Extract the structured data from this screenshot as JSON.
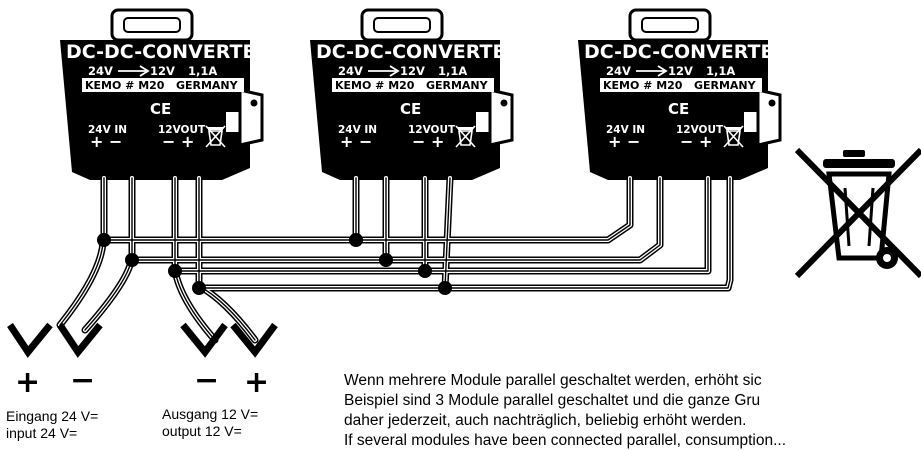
{
  "modules": [
    {
      "title": "DC-DC-CONVERTER",
      "spec_in": "24V",
      "spec_out": "12V",
      "spec_current": "1,1A",
      "kemo_line": "KEMO # M20   GERMANY",
      "ce_mark": "CE",
      "input_label": "24V IN",
      "input_polarity": "+ −",
      "output_label": "12VOUT",
      "output_polarity": "− +"
    },
    {
      "title": "DC-DC-CONVERTER",
      "spec_in": "24V",
      "spec_out": "12V",
      "spec_current": "1,1A",
      "kemo_line": "KEMO # M20   GERMANY",
      "ce_mark": "CE",
      "input_label": "24V IN",
      "input_polarity": "+ −",
      "output_label": "12VOUT",
      "output_polarity": "− +"
    },
    {
      "title": "DC-DC-CONVERTER",
      "spec_in": "24V",
      "spec_out": "12V",
      "spec_current": "1,1A",
      "kemo_line": "KEMO # M20   GERMANY",
      "ce_mark": "CE",
      "input_label": "24V IN",
      "input_polarity": "+ −",
      "output_label": "12VOUT",
      "output_polarity": "− +"
    }
  ],
  "terminals": {
    "in_plus": "+",
    "in_minus": "−",
    "out_minus": "−",
    "out_plus": "+"
  },
  "labels": {
    "input_de": "Eingang 24 V=",
    "input_en": "input 24 V=",
    "output_de": "Ausgang 12 V=",
    "output_en": "output 12 V="
  },
  "paragraph": {
    "line1": "Wenn mehrere Module parallel geschaltet werden, erhöht sic",
    "line2": "Beispiel sind 3 Module parallel geschaltet und die ganze Gru",
    "line3": "daher jederzeit, auch nachträglich, beliebig erhöht werden.",
    "line4": "If several modules have been connected parallel, consumption..."
  },
  "icons": [
    "crossed-out-wheelie-bin-icon",
    "weee-small-icon",
    "arrow-right-icon"
  ],
  "colors": {
    "module_body": "#000000",
    "wire": "#000000",
    "background": "#ffffff"
  }
}
